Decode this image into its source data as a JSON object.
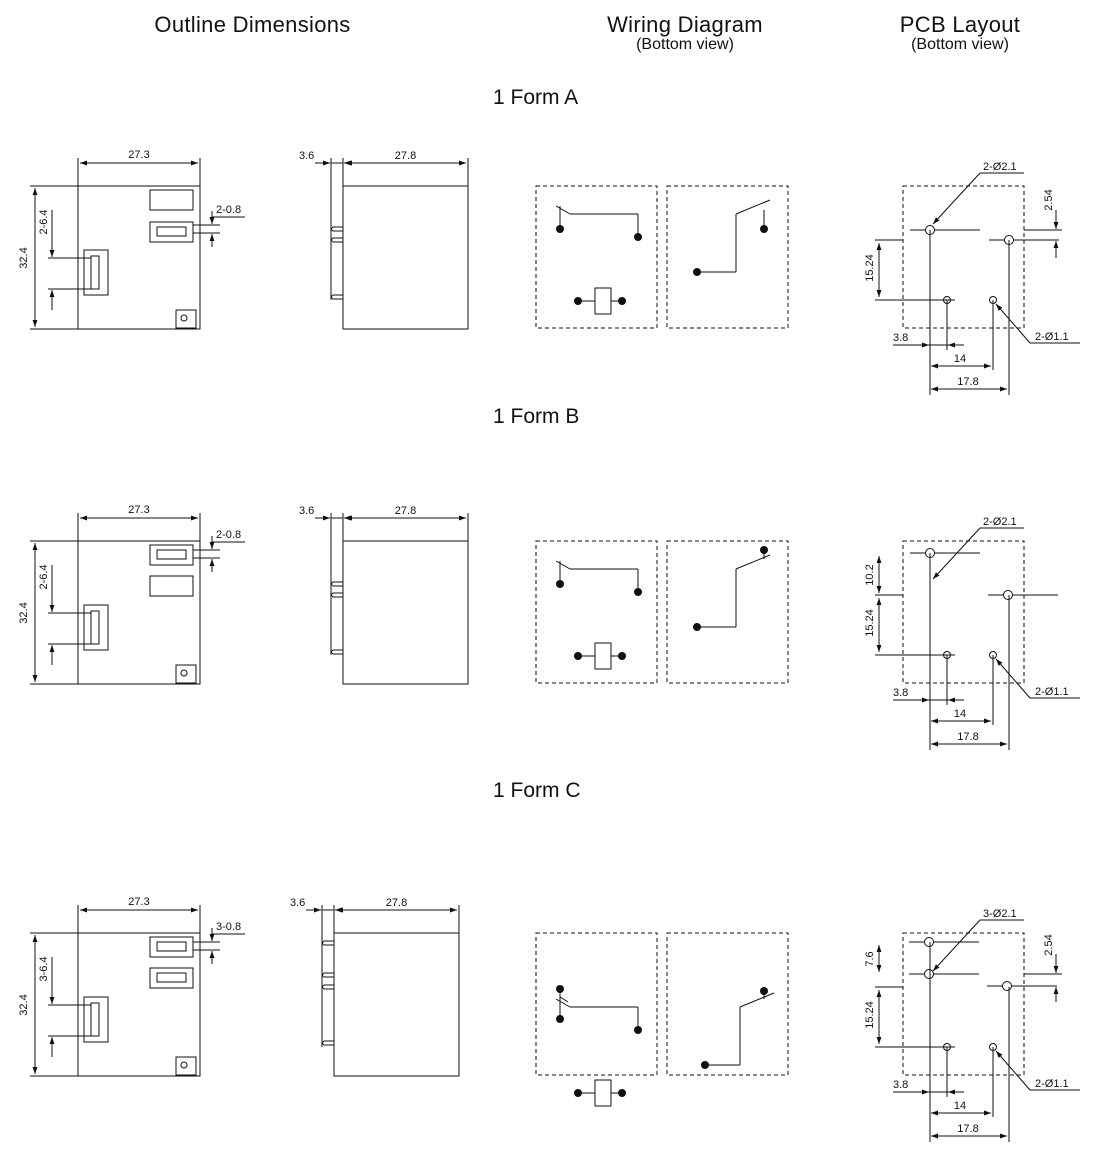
{
  "headers": {
    "outline": "Outline Dimensions",
    "wiring": "Wiring Diagram",
    "wiring_sub": "(Bottom view)",
    "pcb": "PCB Layout",
    "pcb_sub": "(Bottom view)"
  },
  "forms": [
    {
      "title": "1 Form A",
      "front": {
        "width": "27.3",
        "height": "32.4",
        "terminal_spacing": "2-6.4",
        "terminal_width": "2-0.8"
      },
      "side": {
        "pin": "3.6",
        "depth": "27.8"
      },
      "pcb": {
        "large_holes": "2-Ø2.1",
        "small_holes": "2-Ø1.1",
        "dim_a": "2.54",
        "dim_b": "15.24",
        "dim_c": "3.8",
        "dim_d": "14",
        "dim_e": "17.8"
      }
    },
    {
      "title": "1 Form B",
      "front": {
        "width": "27.3",
        "height": "32.4",
        "terminal_spacing": "2-6.4",
        "terminal_width": "2-0.8"
      },
      "side": {
        "pin": "3.6",
        "depth": "27.8"
      },
      "pcb": {
        "large_holes": "2-Ø2.1",
        "small_holes": "2-Ø1.1",
        "dim_a": "10.2",
        "dim_b": "15.24",
        "dim_c": "3.8",
        "dim_d": "14",
        "dim_e": "17.8"
      }
    },
    {
      "title": "1 Form C",
      "front": {
        "width": "27.3",
        "height": "32.4",
        "terminal_spacing": "3-6.4",
        "terminal_width": "3-0.8"
      },
      "side": {
        "pin": "3.6",
        "depth": "27.8"
      },
      "pcb": {
        "large_holes": "3-Ø2.1",
        "small_holes": "2-Ø1.1",
        "dim_a": "7.6",
        "dim_a2": "2.54",
        "dim_b": "15.24",
        "dim_c": "3.8",
        "dim_d": "14",
        "dim_e": "17.8"
      }
    }
  ]
}
